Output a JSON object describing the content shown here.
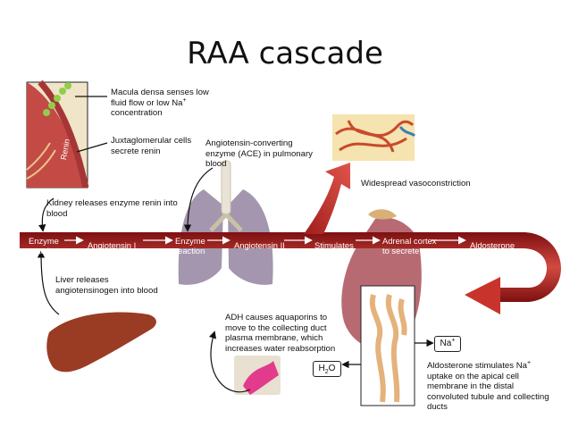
{
  "title": "RAA cascade",
  "labels": {
    "macula_densa": "Macula densa senses low fluid flow or low Na",
    "macula_densa_sup": "+",
    "macula_densa_end": "concentration",
    "juxtaglomerular": "Juxtaglomerular cells secrete renin",
    "renin_tag": "Renin",
    "kidney_releases": "Kidney releases enzyme renin into blood",
    "ace": "Angiotensin-converting enzyme (ACE) in pulmonary blood",
    "vasoconstriction": "Widespread vasoconstriction",
    "liver_releases": "Liver releases angiotensinogen into blood",
    "adh": "ADH causes aquaporins to move to the collecting duct plasma membrane, which increases water reabsorption",
    "aldosterone_text": "Aldosterone stimulates Na",
    "aldosterone_sup": "+",
    "aldosterone_text_end": "uptake on the apical cell membrane in the distal convoluted tubule and collecting ducts"
  },
  "band": {
    "enzyme_reaction_1": "Enzyme reaction",
    "angiotensin_1": "Angiotensin I",
    "enzyme_reaction_2": "Enzyme reaction",
    "angiotensin_2": "Angiotensin II",
    "stimulates": "Stimulates",
    "adrenal_cortex": "Adrenal cortex to secrete",
    "aldosterone": "Aldosterone"
  },
  "boxes": {
    "na": "Na",
    "na_sup": "+",
    "h2o": "H",
    "h2o_sub": "2",
    "h2o_end": "O"
  },
  "colors": {
    "band_dark": "#8e1616",
    "band_light": "#d9534a",
    "arrow_red": "#c8342c",
    "liver": "#9a3b24",
    "lungs": "#9a8ba6",
    "kidney": "#b86a72",
    "tubule": "#e4b27a"
  }
}
